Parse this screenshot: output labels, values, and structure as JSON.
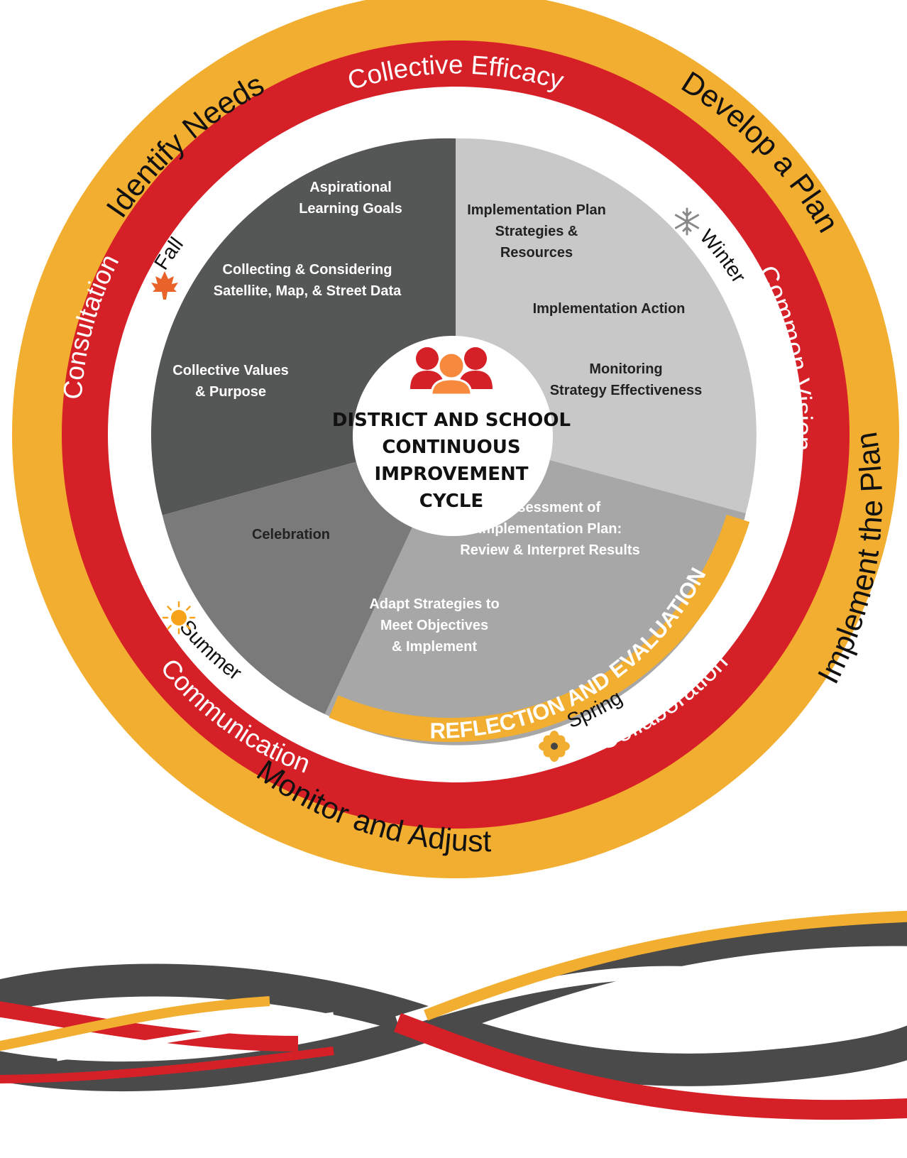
{
  "center": {
    "lines": [
      "DISTRICT AND SCHOOL",
      "CONTINUOUS",
      "IMPROVEMENT",
      "CYCLE"
    ],
    "icon": "group-people-icon"
  },
  "outer_ring": {
    "identify": "Identify Needs",
    "develop": "Develop a Plan",
    "implement": "Implement  the Plan",
    "monitor": "Monitor and Adjust"
  },
  "red_ring": {
    "efficacy": "Collective  Efficacy",
    "vision": "Common  Vision",
    "collaboration": "Collaboration",
    "communication": "Communication",
    "consultation": "Consultation"
  },
  "seasons": {
    "fall": "Fall",
    "winter": "Winter",
    "spring": "Spring",
    "summer": "Summer"
  },
  "segments": {
    "fall": [
      [
        "Aspirational",
        "Learning Goals"
      ],
      [
        "Collecting & Considering",
        "Satellite, Map, & Street Data"
      ],
      [
        "Collective Values",
        "& Purpose"
      ]
    ],
    "winter": [
      [
        "Implementation Plan",
        "Strategies &",
        "Resources"
      ],
      [
        "Implementation Action"
      ],
      [
        "Monitoring",
        "Strategy Effectiveness"
      ]
    ],
    "spring": [
      [
        "Assessment of",
        "Implementation Plan:",
        "Review &  Interpret Results"
      ],
      [
        "Adapt Strategies to",
        "Meet Objectives",
        "& Implement"
      ]
    ],
    "summer": [
      [
        "Celebration"
      ]
    ]
  },
  "reflection": "REFLECTION AND EVALUATION",
  "colors": {
    "gold": "#F2AE30",
    "red": "#D62027",
    "dark_gray": "#555756",
    "light_gray": "#C8C8C8",
    "mid_gray": "#A7A7A7",
    "summer_gray": "#7A7A7A",
    "orange_person": "#F6893C",
    "maple": "#E8622A",
    "rope_dark": "#4A4A4A"
  }
}
